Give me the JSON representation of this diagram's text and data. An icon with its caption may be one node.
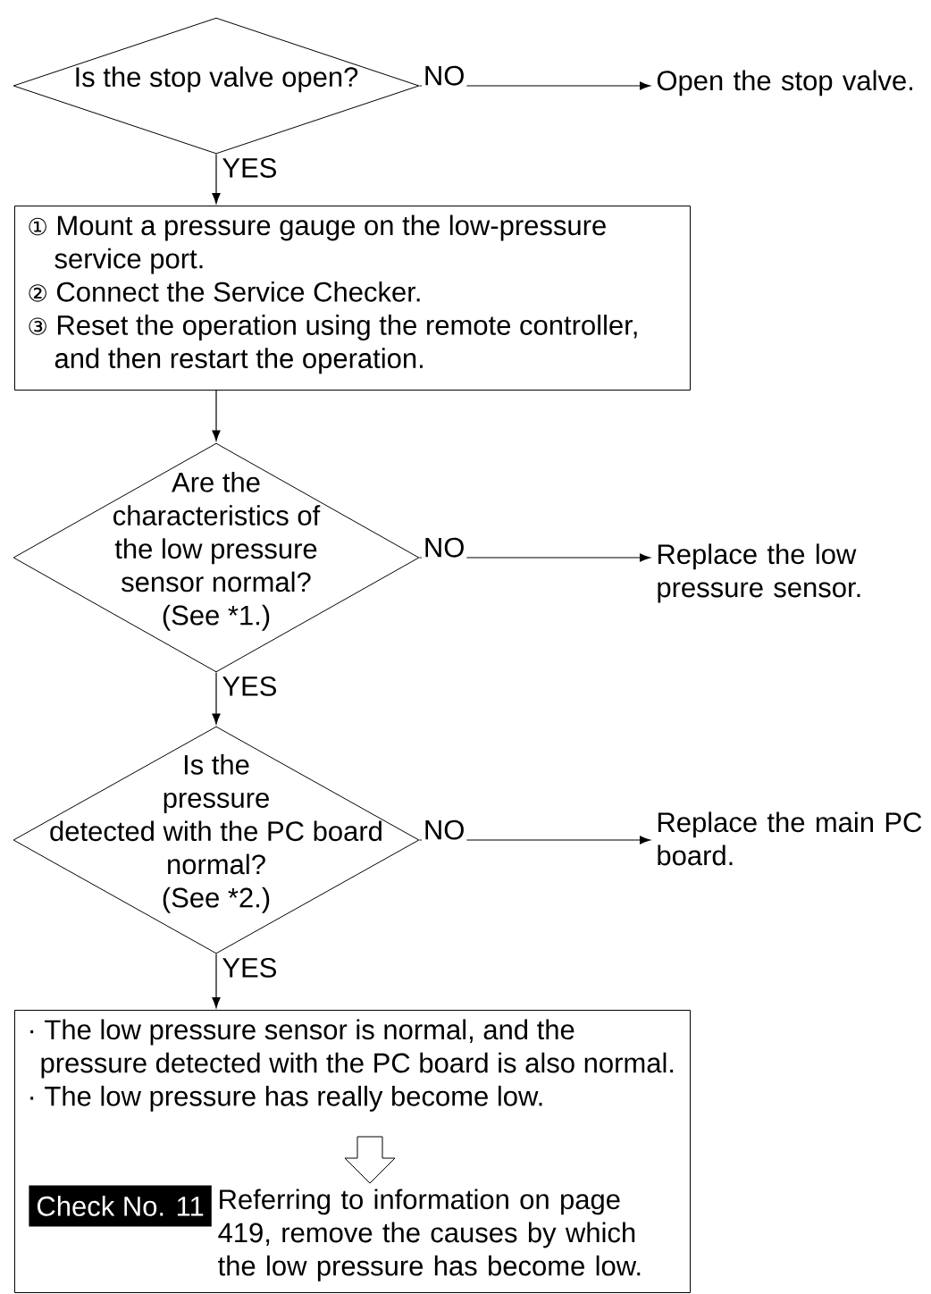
{
  "diagram": {
    "nodes": [
      {
        "text": [
          "Is the stop valve open?"
        ]
      },
      {
        "text": [
          "Open the stop valve."
        ]
      },
      {
        "text": [
          "① Mount a pressure gauge on the low-pressure service port.",
          "② Connect the Service Checker.",
          "③ Reset the operation using the remote controller, and then restart the operation."
        ]
      },
      {
        "text": [
          "Are the characteristics of the low pressure sensor normal? (See *1.)"
        ]
      },
      {
        "text": [
          "Replace the low pressure sensor."
        ]
      },
      {
        "text": [
          "Is the pressure detected with the PC board normal? (See *2.)"
        ]
      },
      {
        "text": [
          "Replace the main PC board."
        ]
      },
      {
        "text": [
          "· The low pressure sensor is normal, and the pressure detected with the PC board is also normal.",
          "· The low pressure has really become low."
        ]
      },
      {
        "text": [
          "Check No. 11"
        ],
        "in": 7,
        "beside": [
          "Referring to information on page 419, remove the causes by which the low pressure has become low."
        ]
      }
    ],
    "edges": [
      {
        "from": 0,
        "to": 1,
        "arrow": "to",
        "label": "NO"
      },
      {
        "from": 0,
        "to": 2,
        "arrow": "to",
        "label": "YES"
      },
      {
        "from": 2,
        "to": 3,
        "arrow": "to"
      },
      {
        "from": 3,
        "to": 4,
        "arrow": "to",
        "label": "NO"
      },
      {
        "from": 3,
        "to": 5,
        "arrow": "to",
        "label": "YES"
      },
      {
        "from": 5,
        "to": 6,
        "arrow": "to",
        "label": "NO"
      },
      {
        "from": 5,
        "to": 7,
        "arrow": "to",
        "label": "YES"
      }
    ]
  }
}
